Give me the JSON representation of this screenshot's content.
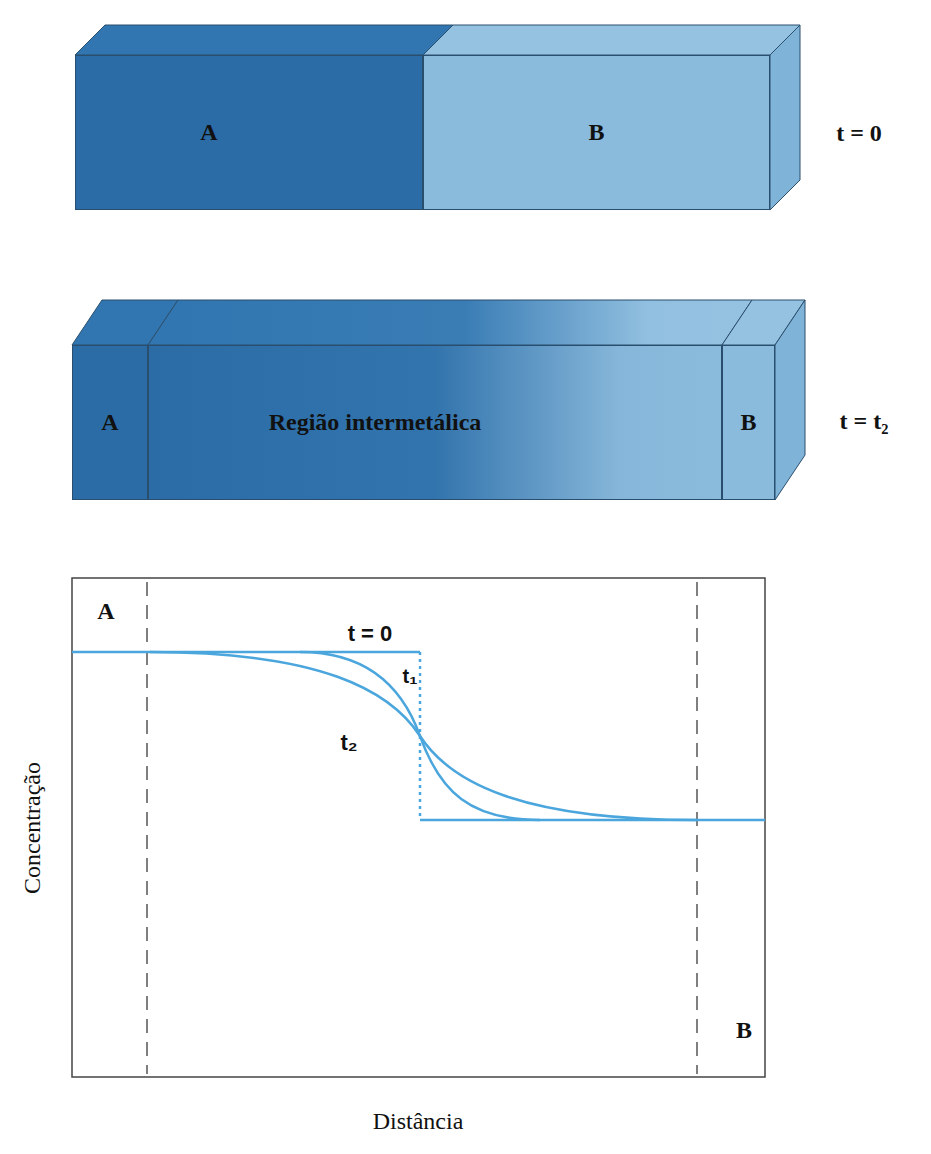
{
  "diagram": {
    "nodes": [
      {
        "text": [
          "A"
        ]
      },
      {
        "text": [
          "B"
        ]
      },
      {
        "text": [
          "A"
        ]
      },
      {
        "text": [
          "Região intermetálica"
        ]
      },
      {
        "text": [
          "B"
        ]
      }
    ],
    "labels": [
      "t = 0",
      "t = t₂",
      "A",
      "t = 0",
      "t₁",
      "t₂",
      "B",
      "Concentração",
      "Distância"
    ]
  }
}
